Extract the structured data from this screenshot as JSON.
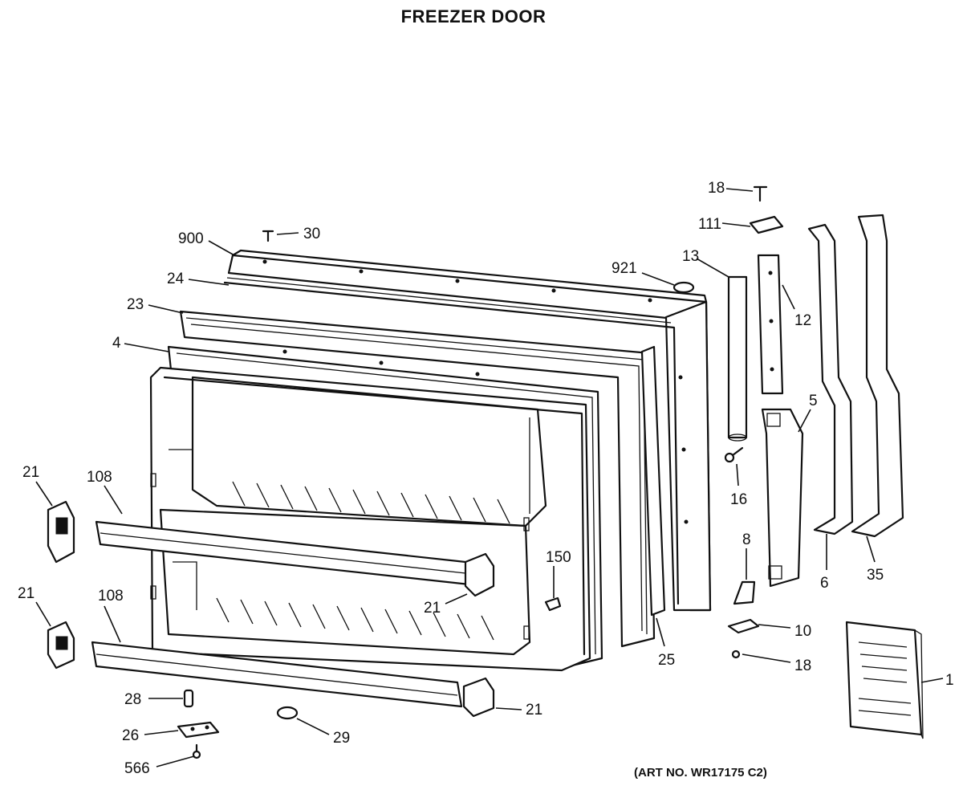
{
  "title": "FREEZER DOOR",
  "art_number": "(ART NO. WR17175 C2)",
  "callouts": [
    {
      "id": "c900",
      "label": "900"
    },
    {
      "id": "c30",
      "label": "30"
    },
    {
      "id": "c24",
      "label": "24"
    },
    {
      "id": "c23",
      "label": "23"
    },
    {
      "id": "c4",
      "label": "4"
    },
    {
      "id": "c921",
      "label": "921"
    },
    {
      "id": "c13",
      "label": "13"
    },
    {
      "id": "c18a",
      "label": "18"
    },
    {
      "id": "c111",
      "label": "111"
    },
    {
      "id": "c12",
      "label": "12"
    },
    {
      "id": "c5",
      "label": "5"
    },
    {
      "id": "c16",
      "label": "16"
    },
    {
      "id": "c8",
      "label": "8"
    },
    {
      "id": "c10",
      "label": "10"
    },
    {
      "id": "c18b",
      "label": "18"
    },
    {
      "id": "c25",
      "label": "25"
    },
    {
      "id": "c6",
      "label": "6"
    },
    {
      "id": "c35",
      "label": "35"
    },
    {
      "id": "c1",
      "label": "1"
    },
    {
      "id": "c21a",
      "label": "21"
    },
    {
      "id": "c108a",
      "label": "108"
    },
    {
      "id": "c21b",
      "label": "21"
    },
    {
      "id": "c108b",
      "label": "108"
    },
    {
      "id": "c150",
      "label": "150"
    },
    {
      "id": "c21c",
      "label": "21"
    },
    {
      "id": "c21d",
      "label": "21"
    },
    {
      "id": "c28",
      "label": "28"
    },
    {
      "id": "c26",
      "label": "26"
    },
    {
      "id": "c29",
      "label": "29"
    },
    {
      "id": "c566",
      "label": "566"
    }
  ]
}
